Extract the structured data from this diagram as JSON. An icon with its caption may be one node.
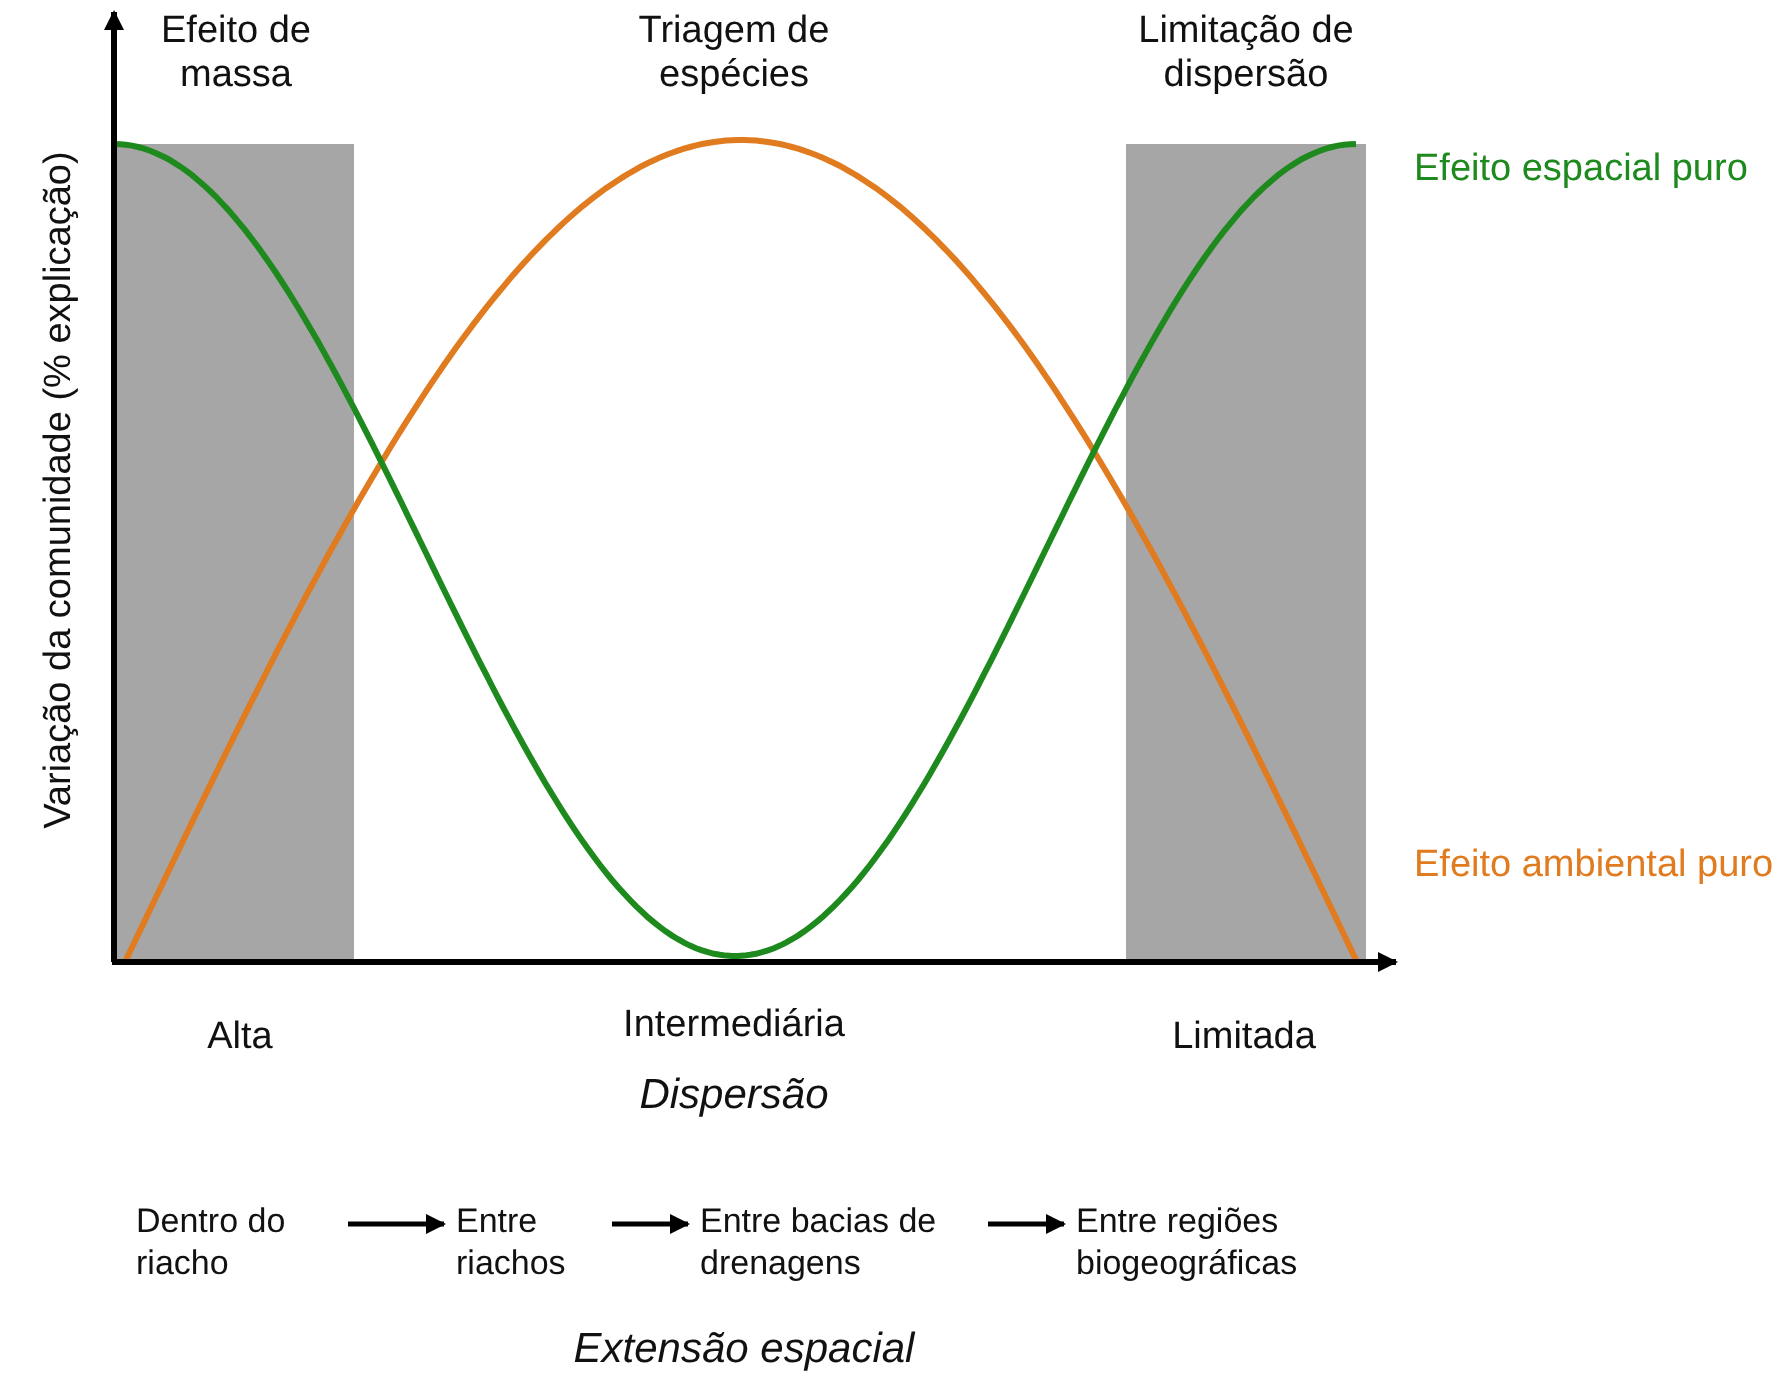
{
  "diagram": {
    "nodes": [
      {
        "text": [
          "Dentro do riacho"
        ]
      },
      {
        "text": [
          "Entre riachos"
        ]
      },
      {
        "text": [
          "Entre bacias de drenagens"
        ]
      },
      {
        "text": [
          "Entre regiões biogeográficas"
        ]
      }
    ],
    "edges": [
      {
        "from": 0,
        "to": 1,
        "arrow": "to"
      },
      {
        "from": 1,
        "to": 2,
        "arrow": "to"
      },
      {
        "from": 2,
        "to": 3,
        "arrow": "to"
      }
    ],
    "labels": [
      "Efeito de massa",
      "Triagem de espécies",
      "Limitação de dispersão",
      "Efeito espacial puro",
      "Efeito ambiental puro",
      "Variação da comunidade (% explicação)",
      "Alta",
      "Intermediária",
      "Limitada",
      "Dispersão",
      "Extensão espacial"
    ]
  }
}
